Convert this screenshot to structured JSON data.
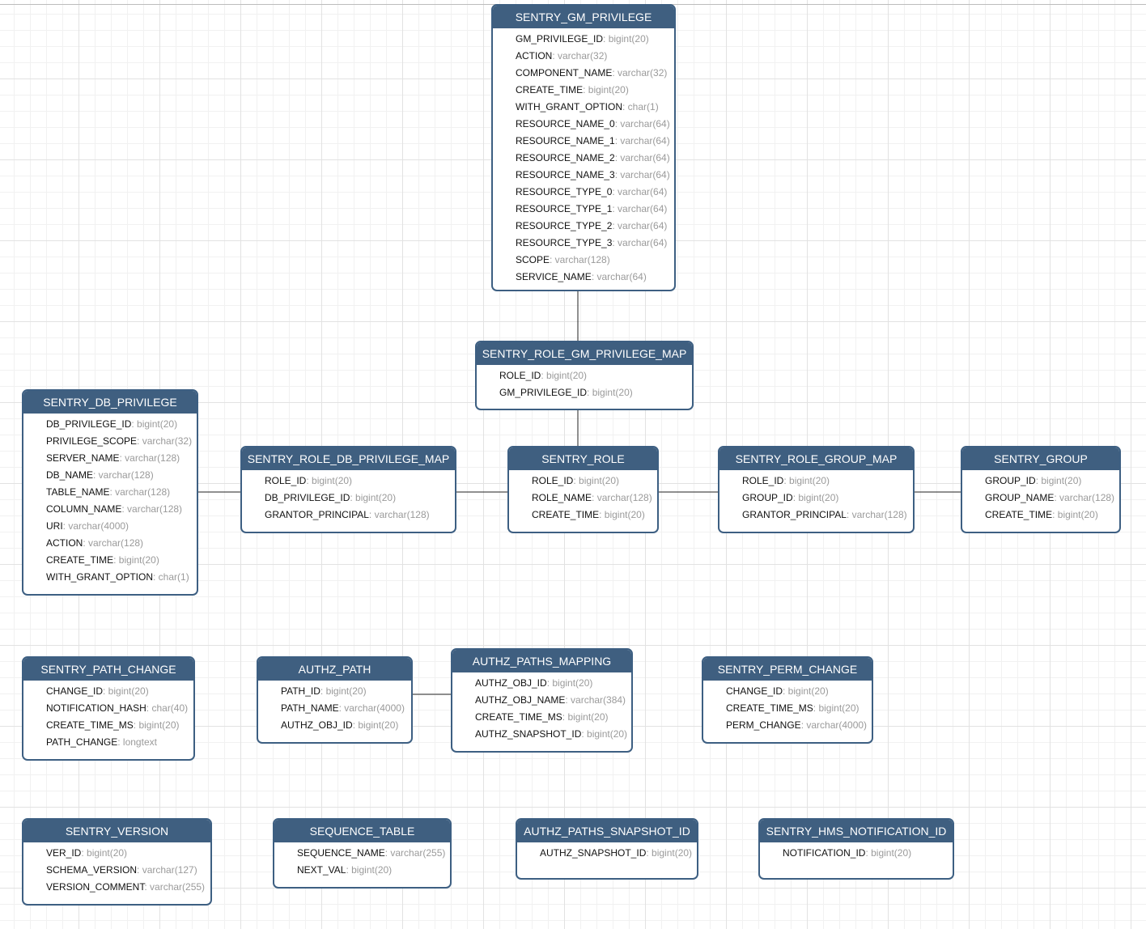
{
  "tables": [
    {
      "id": "gm_priv",
      "name": "SENTRY_GM_PRIVILEGE",
      "fields": [
        {
          "name": "GM_PRIVILEGE_ID",
          "type": ": bigint(20)"
        },
        {
          "name": "ACTION",
          "type": ": varchar(32)"
        },
        {
          "name": "COMPONENT_NAME",
          "type": ": varchar(32)"
        },
        {
          "name": "CREATE_TIME",
          "type": ": bigint(20)"
        },
        {
          "name": "WITH_GRANT_OPTION",
          "type": ": char(1)"
        },
        {
          "name": "RESOURCE_NAME_0",
          "type": ": varchar(64)"
        },
        {
          "name": "RESOURCE_NAME_1",
          "type": ": varchar(64)"
        },
        {
          "name": "RESOURCE_NAME_2",
          "type": ": varchar(64)"
        },
        {
          "name": "RESOURCE_NAME_3",
          "type": ": varchar(64)"
        },
        {
          "name": "RESOURCE_TYPE_0",
          "type": ": varchar(64)"
        },
        {
          "name": "RESOURCE_TYPE_1",
          "type": ": varchar(64)"
        },
        {
          "name": "RESOURCE_TYPE_2",
          "type": ": varchar(64)"
        },
        {
          "name": "RESOURCE_TYPE_3",
          "type": ": varchar(64)"
        },
        {
          "name": "SCOPE",
          "type": ": varchar(128)"
        },
        {
          "name": "SERVICE_NAME",
          "type": ": varchar(64)"
        }
      ]
    },
    {
      "id": "role_gm_map",
      "name": "SENTRY_ROLE_GM_PRIVILEGE_MAP",
      "fields": [
        {
          "name": "ROLE_ID",
          "type": ": bigint(20)"
        },
        {
          "name": "GM_PRIVILEGE_ID",
          "type": ": bigint(20)"
        }
      ]
    },
    {
      "id": "db_priv",
      "name": "SENTRY_DB_PRIVILEGE",
      "fields": [
        {
          "name": "DB_PRIVILEGE_ID",
          "type": ": bigint(20)"
        },
        {
          "name": "PRIVILEGE_SCOPE",
          "type": ": varchar(32)"
        },
        {
          "name": "SERVER_NAME",
          "type": ": varchar(128)"
        },
        {
          "name": "DB_NAME",
          "type": ": varchar(128)"
        },
        {
          "name": "TABLE_NAME",
          "type": ": varchar(128)"
        },
        {
          "name": "COLUMN_NAME",
          "type": ": varchar(128)"
        },
        {
          "name": "URI",
          "type": ": varchar(4000)"
        },
        {
          "name": "ACTION",
          "type": ": varchar(128)"
        },
        {
          "name": "CREATE_TIME",
          "type": ": bigint(20)"
        },
        {
          "name": "WITH_GRANT_OPTION",
          "type": ": char(1)"
        }
      ]
    },
    {
      "id": "role_db_map",
      "name": "SENTRY_ROLE_DB_PRIVILEGE_MAP",
      "fields": [
        {
          "name": "ROLE_ID",
          "type": ": bigint(20)"
        },
        {
          "name": "DB_PRIVILEGE_ID",
          "type": ": bigint(20)"
        },
        {
          "name": "GRANTOR_PRINCIPAL",
          "type": ": varchar(128)"
        }
      ]
    },
    {
      "id": "role",
      "name": "SENTRY_ROLE",
      "fields": [
        {
          "name": "ROLE_ID",
          "type": ": bigint(20)"
        },
        {
          "name": "ROLE_NAME",
          "type": ": varchar(128)"
        },
        {
          "name": "CREATE_TIME",
          "type": ": bigint(20)"
        }
      ]
    },
    {
      "id": "role_group_map",
      "name": "SENTRY_ROLE_GROUP_MAP",
      "fields": [
        {
          "name": "ROLE_ID",
          "type": ": bigint(20)"
        },
        {
          "name": "GROUP_ID",
          "type": ": bigint(20)"
        },
        {
          "name": "GRANTOR_PRINCIPAL",
          "type": ": varchar(128)"
        }
      ]
    },
    {
      "id": "group",
      "name": "SENTRY_GROUP",
      "fields": [
        {
          "name": "GROUP_ID",
          "type": ": bigint(20)"
        },
        {
          "name": "GROUP_NAME",
          "type": ": varchar(128)"
        },
        {
          "name": "CREATE_TIME",
          "type": ": bigint(20)"
        }
      ]
    },
    {
      "id": "path_change",
      "name": "SENTRY_PATH_CHANGE",
      "fields": [
        {
          "name": "CHANGE_ID",
          "type": ": bigint(20)"
        },
        {
          "name": "NOTIFICATION_HASH",
          "type": ": char(40)"
        },
        {
          "name": "CREATE_TIME_MS",
          "type": ": bigint(20)"
        },
        {
          "name": "PATH_CHANGE",
          "type": ": longtext"
        }
      ]
    },
    {
      "id": "authz_path",
      "name": "AUTHZ_PATH",
      "fields": [
        {
          "name": "PATH_ID",
          "type": ": bigint(20)"
        },
        {
          "name": "PATH_NAME",
          "type": ": varchar(4000)"
        },
        {
          "name": "AUTHZ_OBJ_ID",
          "type": ": bigint(20)"
        }
      ]
    },
    {
      "id": "authz_paths_mapping",
      "name": "AUTHZ_PATHS_MAPPING",
      "fields": [
        {
          "name": "AUTHZ_OBJ_ID",
          "type": ": bigint(20)"
        },
        {
          "name": "AUTHZ_OBJ_NAME",
          "type": ": varchar(384)"
        },
        {
          "name": "CREATE_TIME_MS",
          "type": ": bigint(20)"
        },
        {
          "name": "AUTHZ_SNAPSHOT_ID",
          "type": ": bigint(20)"
        }
      ]
    },
    {
      "id": "perm_change",
      "name": "SENTRY_PERM_CHANGE",
      "fields": [
        {
          "name": "CHANGE_ID",
          "type": ": bigint(20)"
        },
        {
          "name": "CREATE_TIME_MS",
          "type": ": bigint(20)"
        },
        {
          "name": "PERM_CHANGE",
          "type": ": varchar(4000)"
        }
      ]
    },
    {
      "id": "version",
      "name": "SENTRY_VERSION",
      "fields": [
        {
          "name": "VER_ID",
          "type": ": bigint(20)"
        },
        {
          "name": "SCHEMA_VERSION",
          "type": ": varchar(127)"
        },
        {
          "name": "VERSION_COMMENT",
          "type": ": varchar(255)"
        }
      ]
    },
    {
      "id": "sequence_table",
      "name": "SEQUENCE_TABLE",
      "fields": [
        {
          "name": "SEQUENCE_NAME",
          "type": ": varchar(255)"
        },
        {
          "name": "NEXT_VAL",
          "type": ": bigint(20)"
        }
      ]
    },
    {
      "id": "authz_snapshot",
      "name": "AUTHZ_PATHS_SNAPSHOT_ID",
      "fields": [
        {
          "name": "AUTHZ_SNAPSHOT_ID",
          "type": ": bigint(20)"
        }
      ]
    },
    {
      "id": "hms_notification",
      "name": "SENTRY_HMS_NOTIFICATION_ID",
      "fields": [
        {
          "name": "NOTIFICATION_ID",
          "type": ": bigint(20)"
        }
      ]
    }
  ],
  "relationships": [
    {
      "from": "gm_priv",
      "to": "role_gm_map"
    },
    {
      "from": "role_gm_map",
      "to": "role"
    },
    {
      "from": "db_priv",
      "to": "role_db_map"
    },
    {
      "from": "role_db_map",
      "to": "role"
    },
    {
      "from": "role",
      "to": "role_group_map"
    },
    {
      "from": "role_group_map",
      "to": "group"
    },
    {
      "from": "authz_path",
      "to": "authz_paths_mapping"
    }
  ],
  "colors": {
    "header": "#3f5f80",
    "border": "#3d5f82",
    "connector": "#222222",
    "type_text": "#9a9a9a"
  }
}
